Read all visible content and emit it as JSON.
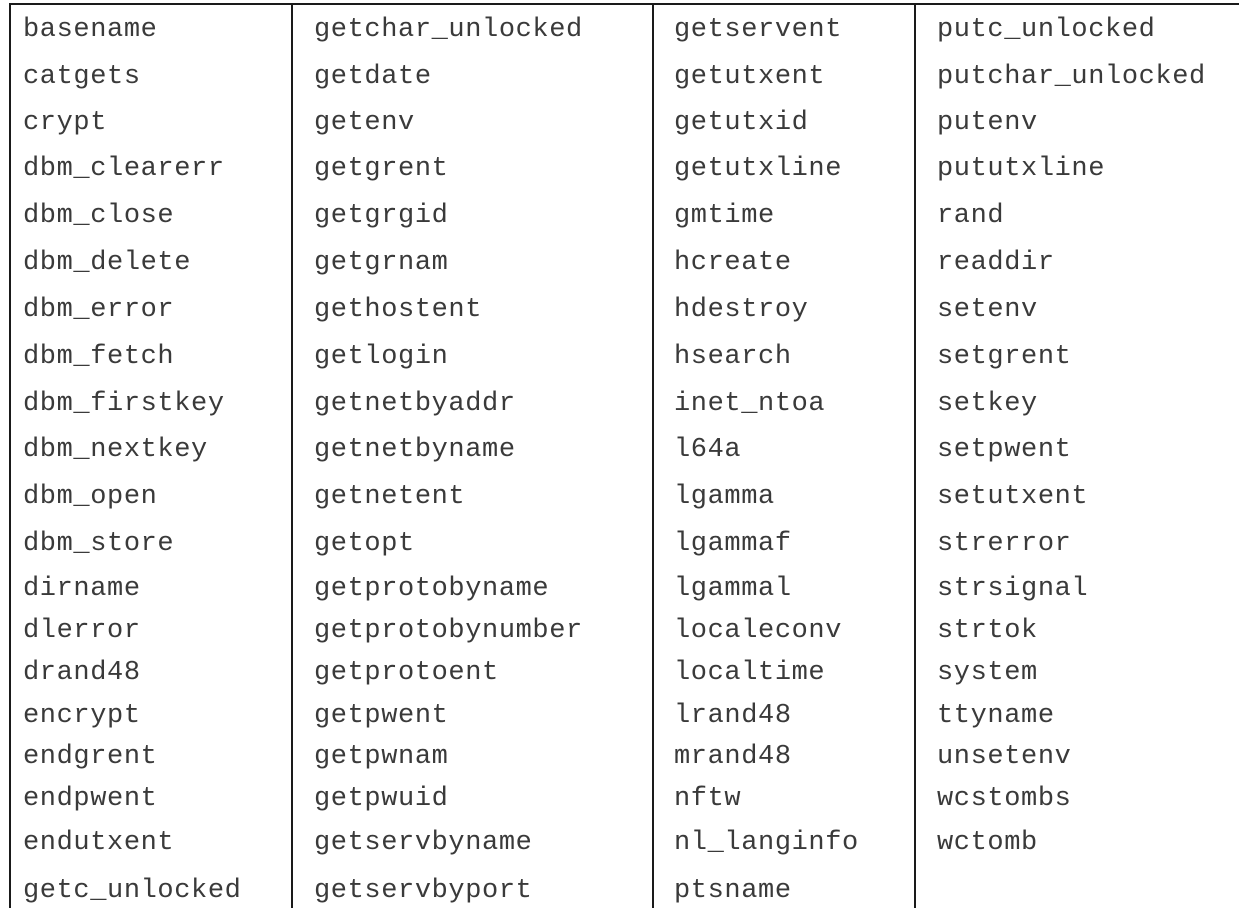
{
  "table": {
    "columns": [
      {
        "items": [
          "basename",
          "catgets",
          "crypt",
          "dbm_clearerr",
          "dbm_close",
          "dbm_delete",
          "dbm_error",
          "dbm_fetch",
          "dbm_firstkey",
          "dbm_nextkey",
          "dbm_open",
          "dbm_store",
          "dirname",
          "dlerror",
          "drand48",
          "encrypt",
          "endgrent",
          "endpwent",
          "endutxent",
          "getc_unlocked"
        ]
      },
      {
        "items": [
          "getchar_unlocked",
          "getdate",
          "getenv",
          "getgrent",
          "getgrgid",
          "getgrnam",
          "gethostent",
          "getlogin",
          "getnetbyaddr",
          "getnetbyname",
          "getnetent",
          "getopt",
          "getprotobyname",
          "getprotobynumber",
          "getprotoent",
          "getpwent",
          "getpwnam",
          "getpwuid",
          "getservbyname",
          "getservbyport"
        ]
      },
      {
        "items": [
          "getservent",
          "getutxent",
          "getutxid",
          "getutxline",
          "gmtime",
          "hcreate",
          "hdestroy",
          "hsearch",
          "inet_ntoa",
          "l64a",
          "lgamma",
          "lgammaf",
          "lgammal",
          "localeconv",
          "localtime",
          "lrand48",
          "mrand48",
          "nftw",
          "nl_langinfo",
          "ptsname"
        ]
      },
      {
        "items": [
          "putc_unlocked",
          "putchar_unlocked",
          "putenv",
          "pututxline",
          "rand",
          "readdir",
          "setenv",
          "setgrent",
          "setkey",
          "setpwent",
          "setutxent",
          "strerror",
          "strsignal",
          "strtok",
          "system",
          "ttyname",
          "unsetenv",
          "wcstombs",
          "wctomb"
        ]
      }
    ]
  }
}
